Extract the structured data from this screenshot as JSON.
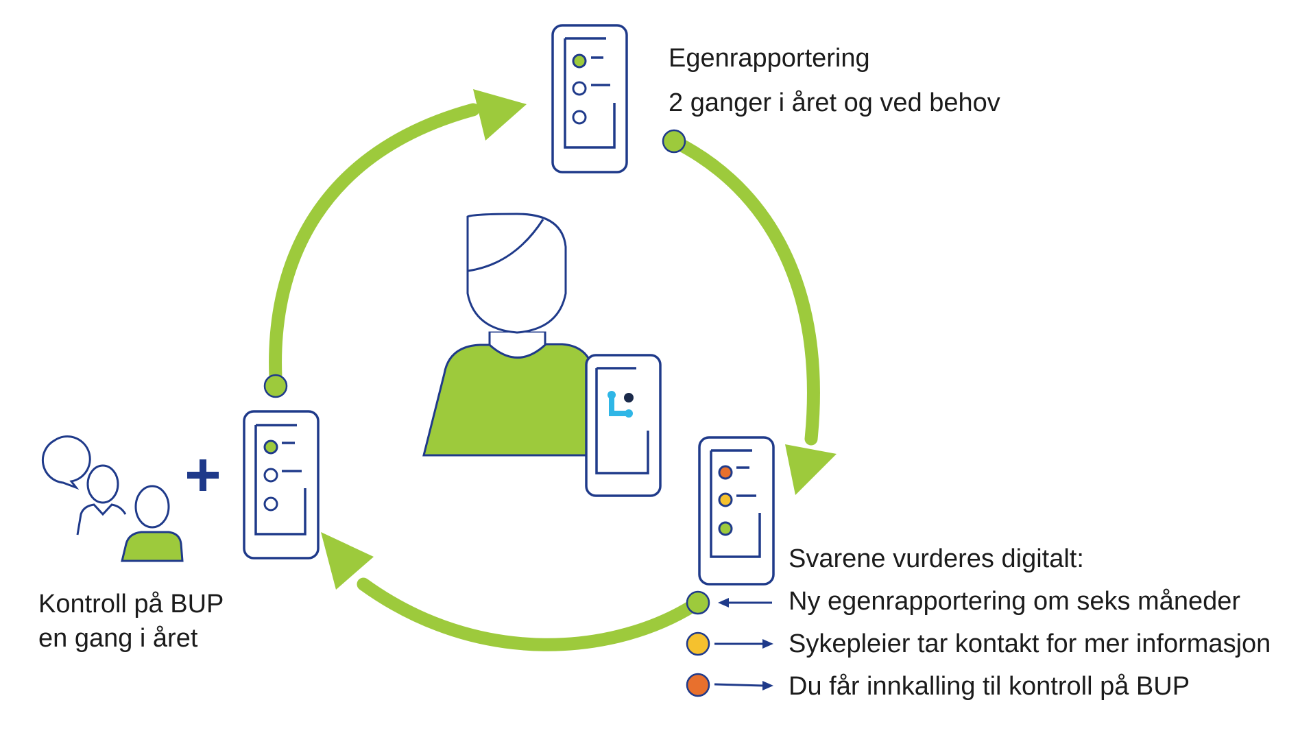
{
  "colors": {
    "green": "#9dca3c",
    "navy": "#1f3a8a",
    "yellow": "#f5c12e",
    "orange": "#e8702d",
    "logo_blue": "#2fb6e6",
    "logo_dark": "#1b2a4a"
  },
  "icons": {
    "phone": "phone-icon",
    "person": "person-icon",
    "speech_bubble": "speech-bubble-icon",
    "people": "people-icon",
    "plus": "plus-icon",
    "arrow": "arrow-icon",
    "app_logo": "app-logo-icon"
  },
  "top_label": {
    "title": "Egenrapportering",
    "subtitle": "2 ganger i året og ved behov"
  },
  "left_label": {
    "line1": "Kontroll på BUP",
    "line2": "en gang i året"
  },
  "right_label": {
    "heading": "Svarene vurderes digitalt:",
    "items": [
      {
        "text": "Ny egenrapportering om seks måneder",
        "status": "green"
      },
      {
        "text": "Sykepleier tar kontakt for mer informasjon",
        "status": "yellow"
      },
      {
        "text": "Du får innkalling til kontroll på BUP",
        "status": "orange"
      }
    ]
  }
}
